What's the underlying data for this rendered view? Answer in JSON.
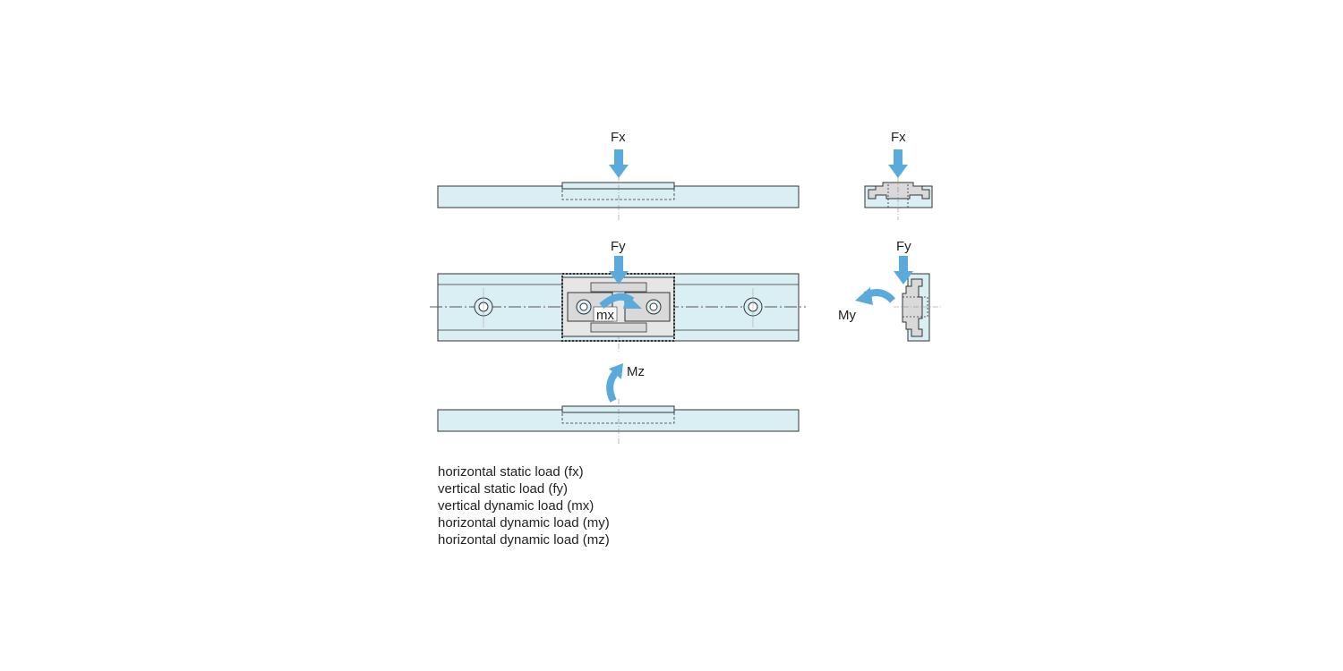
{
  "labels": {
    "front_fx": "Fx",
    "side_fx": "Fx",
    "top_fy": "Fy",
    "side_fy": "Fy",
    "mx": "mx",
    "my": "My",
    "mz": "Mz"
  },
  "legend": [
    "horizontal static load (fx)",
    "vertical static load (fy)",
    "vertical dynamic load (mx)",
    "horizontal dynamic load (my)",
    "horizontal dynamic load (mz)"
  ],
  "colors": {
    "rail_fill": "#daeff4",
    "arrow": "#5aabdc",
    "outline": "#333333",
    "carriage_fill": "#d9d9d9"
  },
  "icons": [
    "down-arrow-icon",
    "curved-arrow-icon",
    "screw-hole-icon"
  ]
}
